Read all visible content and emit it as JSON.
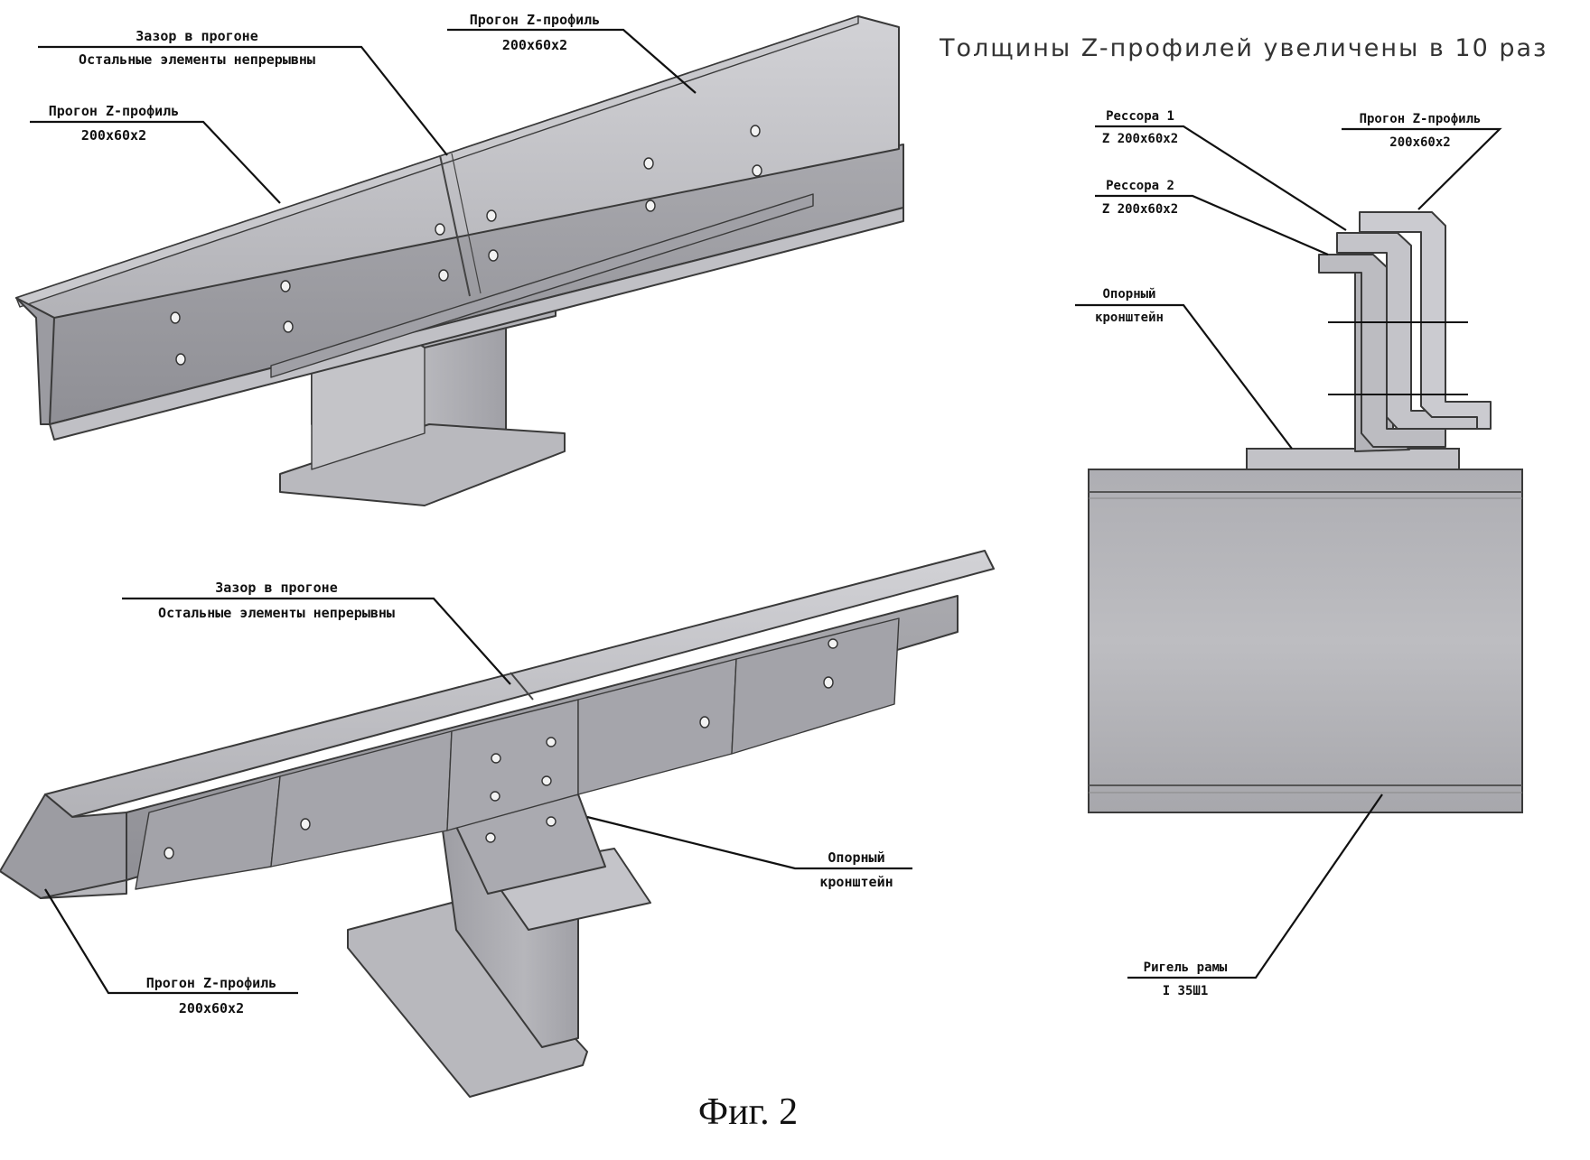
{
  "figure": {
    "caption": "Фиг. 2",
    "thickness_note": "Толщины Z-профилей увеличены в 10 раз"
  },
  "top_view": {
    "label_gap_line1": "Зазор в прогоне",
    "label_gap_line2": "Остальные элементы непрерывны",
    "label_purlin_left_line1": "Прогон Z-профиль",
    "label_purlin_left_line2": "200x60x2",
    "label_purlin_right_line1": "Прогон Z-профиль",
    "label_purlin_right_line2": "200x60x2"
  },
  "bottom_view": {
    "label_gap_line1": "Зазор в прогоне",
    "label_gap_line2": "Остальные элементы непрерывны",
    "label_bracket_line1": "Опорный",
    "label_bracket_line2": "кронштейн",
    "label_purlin_line1": "Прогон Z-профиль",
    "label_purlin_line2": "200x60x2"
  },
  "section_view": {
    "label_spring1_line1": "Рессора 1",
    "label_spring1_line2": "Z 200x60x2",
    "label_spring2_line1": "Рессора 2",
    "label_spring2_line2": "Z 200x60x2",
    "label_purlin_line1": "Прогон Z-профиль",
    "label_purlin_line2": "200x60x2",
    "label_bracket_line1": "Опорный",
    "label_bracket_line2": "кронштейн",
    "label_beam_line1": "Ригель рамы",
    "label_beam_line2": "I 35Ш1"
  },
  "colors": {
    "steel_light": "#b9b9bd",
    "steel_mid": "#9a9aa0",
    "steel_dark": "#7e7e85",
    "line": "#111111"
  }
}
